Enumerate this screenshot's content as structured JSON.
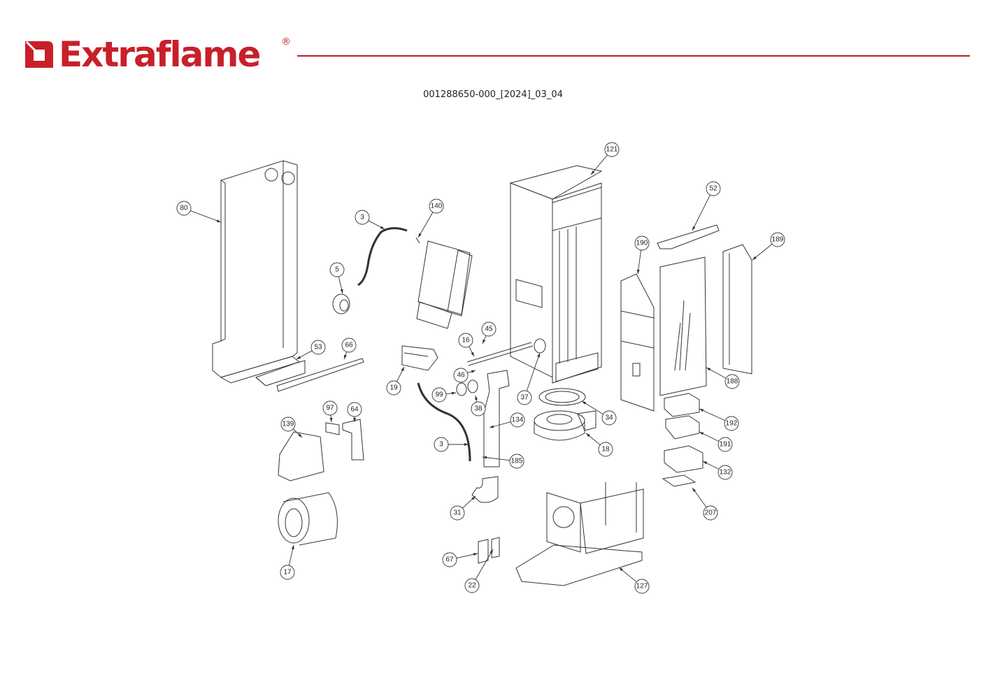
{
  "header": {
    "brand": "Extraflame",
    "registered_mark": "®",
    "document_code": "001288650-000_[2024]_03_04"
  },
  "colors": {
    "brand_red": "#c8202a",
    "rule_red": "#b81e26",
    "line": "#333333"
  },
  "callouts": [
    {
      "id": "80",
      "label": "80"
    },
    {
      "id": "3a",
      "label": "3"
    },
    {
      "id": "140",
      "label": "140"
    },
    {
      "id": "5",
      "label": "5"
    },
    {
      "id": "121",
      "label": "121"
    },
    {
      "id": "52",
      "label": "52"
    },
    {
      "id": "189",
      "label": "189"
    },
    {
      "id": "190",
      "label": "190"
    },
    {
      "id": "45",
      "label": "45"
    },
    {
      "id": "16",
      "label": "16"
    },
    {
      "id": "53",
      "label": "53"
    },
    {
      "id": "66",
      "label": "66"
    },
    {
      "id": "19",
      "label": "19"
    },
    {
      "id": "46",
      "label": "46"
    },
    {
      "id": "37",
      "label": "37"
    },
    {
      "id": "188",
      "label": "188"
    },
    {
      "id": "99",
      "label": "99"
    },
    {
      "id": "38",
      "label": "38"
    },
    {
      "id": "34",
      "label": "34"
    },
    {
      "id": "192",
      "label": "192"
    },
    {
      "id": "97",
      "label": "97"
    },
    {
      "id": "64",
      "label": "64"
    },
    {
      "id": "139",
      "label": "139"
    },
    {
      "id": "134",
      "label": "134"
    },
    {
      "id": "191",
      "label": "191"
    },
    {
      "id": "3b",
      "label": "3"
    },
    {
      "id": "18",
      "label": "18"
    },
    {
      "id": "185",
      "label": "185"
    },
    {
      "id": "132",
      "label": "132"
    },
    {
      "id": "31",
      "label": "31"
    },
    {
      "id": "207",
      "label": "207"
    },
    {
      "id": "67",
      "label": "67"
    },
    {
      "id": "17",
      "label": "17"
    },
    {
      "id": "22",
      "label": "22"
    },
    {
      "id": "127",
      "label": "127"
    }
  ]
}
